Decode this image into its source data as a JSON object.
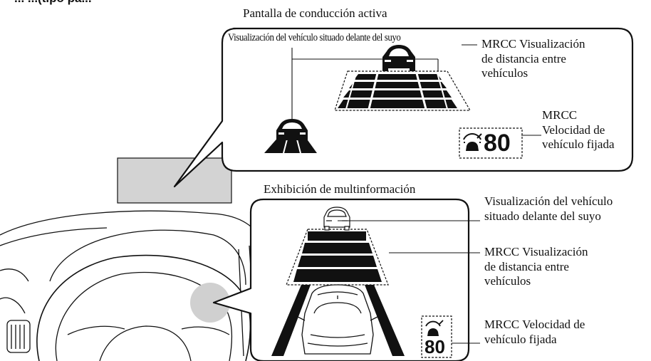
{
  "header": {
    "title_partial": "... ...(tipo pa..."
  },
  "hud": {
    "title": "Pantalla de conducción activa",
    "leading_vehicle_label": "Visualización del vehículo situado delante del suyo",
    "distance_label_lines": [
      "MRCC Visualización",
      "de distancia entre",
      "vehículos"
    ],
    "speed_label_lines": [
      "MRCC",
      "Velocidad de",
      "vehículo fijada"
    ],
    "set_speed": "80"
  },
  "mid": {
    "title": "Exhibición de multinformación",
    "leading_vehicle_label_lines": [
      "Visualización del vehículo",
      "situado delante del suyo"
    ],
    "distance_label_lines": [
      "MRCC Visualización",
      "de distancia entre",
      "vehículos"
    ],
    "speed_label_lines": [
      "MRCC Velocidad de",
      "vehículo fijada"
    ],
    "set_speed": "80"
  },
  "colors": {
    "line": "#111111",
    "hud_projection_area": "#d3d3d3",
    "display_highlight": "#d0d0d0"
  }
}
